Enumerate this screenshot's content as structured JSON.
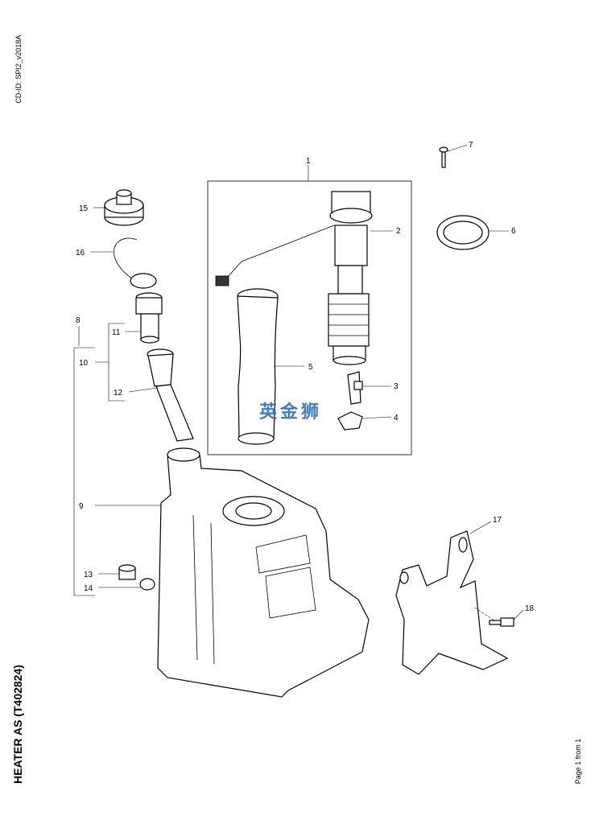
{
  "header": {
    "cd_id": "CD-ID: SPI2_v2018A"
  },
  "footer": {
    "title": "HEATER AS (T402824)",
    "page_info": "Page 1 from 1"
  },
  "watermark": "英金狮",
  "callouts": [
    "1",
    "2",
    "3",
    "4",
    "5",
    "6",
    "7",
    "8",
    "9",
    "10",
    "11",
    "12",
    "13",
    "14",
    "15",
    "16",
    "17",
    "18"
  ]
}
